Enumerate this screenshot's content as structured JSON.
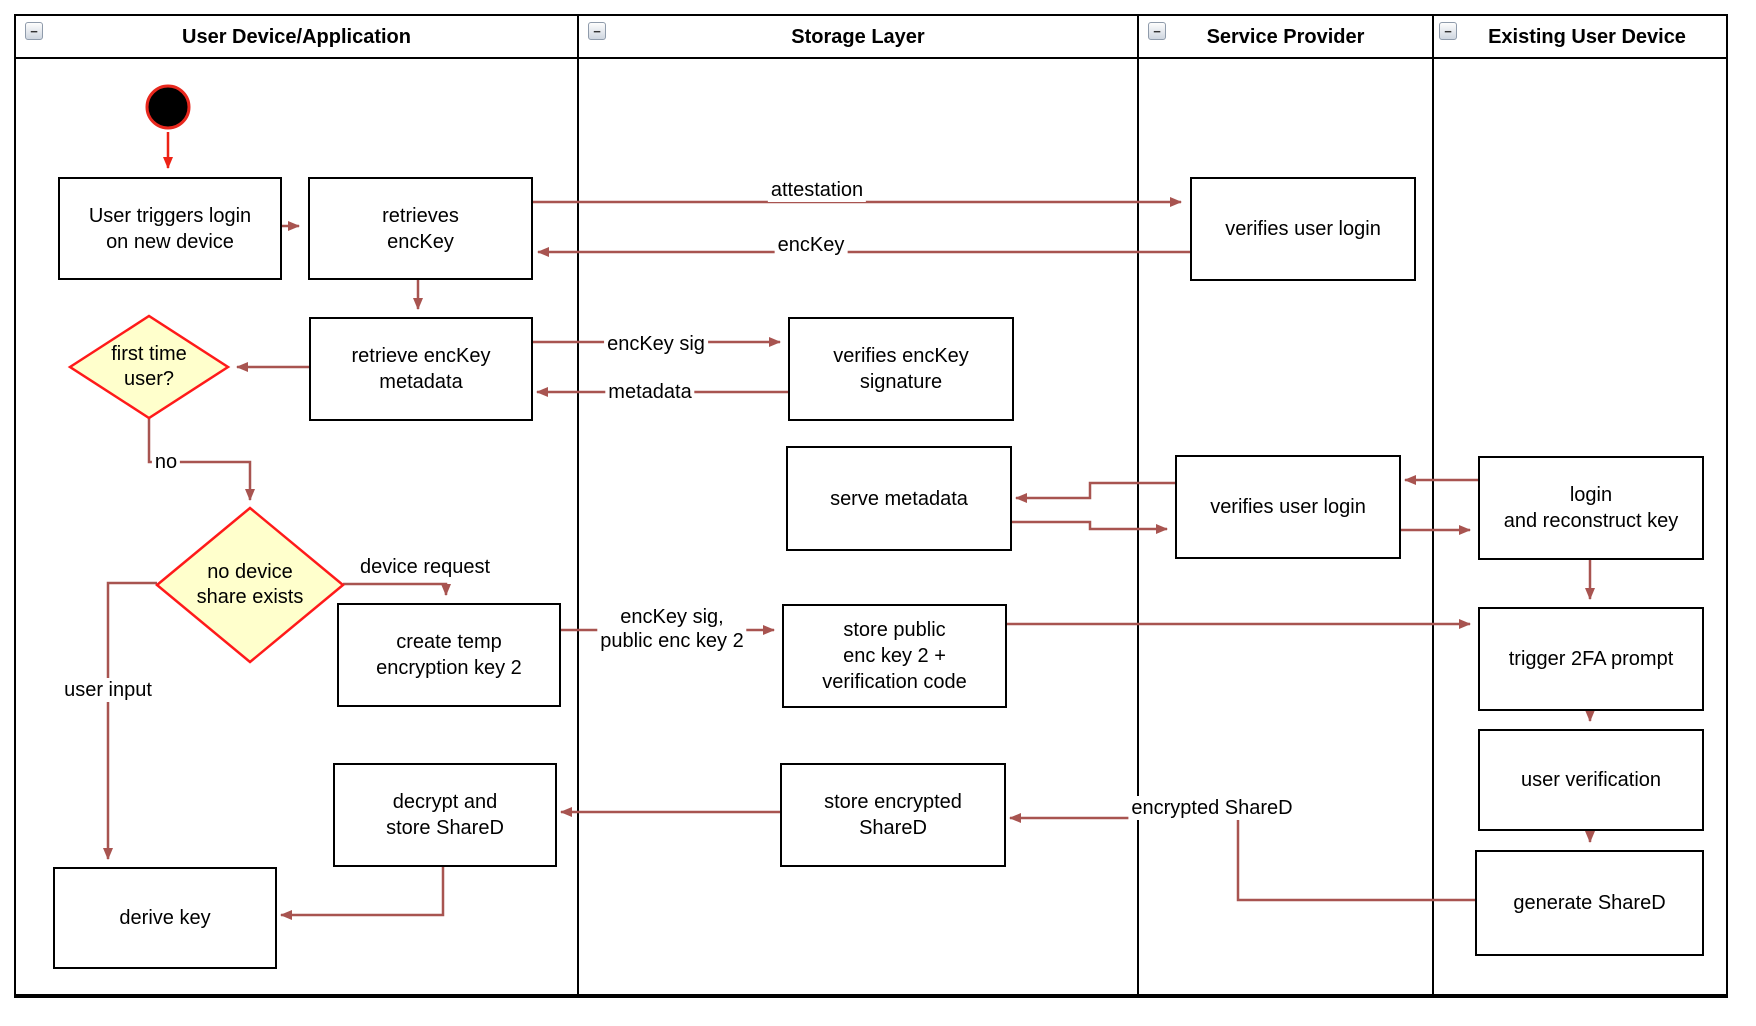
{
  "lanes": [
    {
      "title": "User Device/Application"
    },
    {
      "title": "Storage Layer"
    },
    {
      "title": "Service Provider"
    },
    {
      "title": "Existing User Device"
    }
  ],
  "collapse_glyph": "−",
  "nodes": {
    "user_triggers_login": {
      "lines": [
        "User triggers login",
        "on new device"
      ]
    },
    "retrieves_enckey": {
      "lines": [
        "retrieves",
        "encKey"
      ]
    },
    "retrieve_enckey_metadata": {
      "lines": [
        "retrieve encKey",
        "metadata"
      ]
    },
    "first_time_user": {
      "lines": [
        "first time",
        "user?"
      ]
    },
    "no_device_share": {
      "lines": [
        "no device",
        "share exists"
      ]
    },
    "create_temp_key2": {
      "lines": [
        "create temp",
        "encryption key 2"
      ]
    },
    "decrypt_store_shared": {
      "lines": [
        "decrypt and",
        "store ShareD"
      ]
    },
    "derive_key": {
      "lines": [
        "derive key"
      ]
    },
    "verifies_enckey_signature": {
      "lines": [
        "verifies encKey",
        "signature"
      ]
    },
    "serve_metadata": {
      "lines": [
        "serve metadata"
      ]
    },
    "store_public_key2": {
      "lines": [
        "store public",
        "enc key 2 +",
        "verification code"
      ]
    },
    "store_encrypted_shared": {
      "lines": [
        "store encrypted",
        "ShareD"
      ]
    },
    "verifies_user_login_1": {
      "lines": [
        "verifies user login"
      ]
    },
    "verifies_user_login_2": {
      "lines": [
        "verifies user login"
      ]
    },
    "login_reconstruct_key": {
      "lines": [
        "login",
        "and reconstruct key"
      ]
    },
    "trigger_2fa": {
      "lines": [
        "trigger 2FA prompt"
      ]
    },
    "user_verification": {
      "lines": [
        "user verification"
      ]
    },
    "generate_shared": {
      "lines": [
        "generate ShareD"
      ]
    }
  },
  "edge_labels": {
    "attestation": "attestation",
    "enckey": "encKey",
    "enckey_sig": "encKey sig",
    "metadata": "metadata",
    "no": "no",
    "device_request": "device request",
    "user_input": "user input",
    "enckey_sig_public": [
      "encKey sig,",
      "public enc key 2"
    ],
    "encrypted_shared": "encrypted ShareD"
  },
  "colors": {
    "edge": "#A85450",
    "control_flow_start": "#ED2215",
    "decision_fill": "#FFFFCC",
    "decision_border": "#FF1A1A",
    "start_node_fill": "#000000",
    "start_node_ring": "#E8281E",
    "node_border": "#000000",
    "lane_border": "#000000"
  }
}
